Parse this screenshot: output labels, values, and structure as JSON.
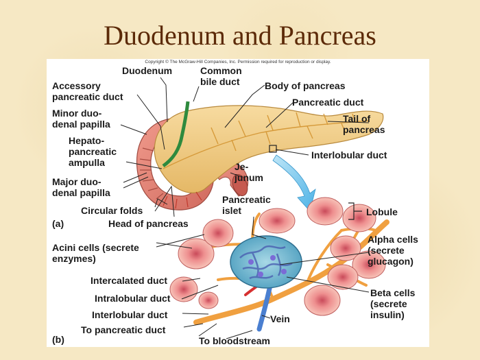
{
  "slide": {
    "title": "Duodenum and Pancreas"
  },
  "figure": {
    "copyright": "Copyright © The McGraw-Hill Companies, Inc. Permission required for reproduction or display.",
    "part_a": {
      "panel_label": "(a)",
      "labels": {
        "duodenum": "Duodenum",
        "common_bile_duct": [
          "Common",
          "bile duct"
        ],
        "accessory_duct": [
          "Accessory",
          "pancreatic duct"
        ],
        "body": "Body of pancreas",
        "pancreatic_duct": "Pancreatic duct",
        "minor_papilla": [
          "Minor duo-",
          "denal papilla"
        ],
        "tail": [
          "Tail of",
          "pancreas"
        ],
        "ampulla": [
          "Hepato-",
          "pancreatic",
          "ampulla"
        ],
        "interlobular": "Interlobular duct",
        "jejunum": [
          "Je-",
          "junum"
        ],
        "major_papilla": [
          "Major duo-",
          "denal papilla"
        ],
        "circular_folds": "Circular folds",
        "head": "Head of pancreas"
      }
    },
    "part_b": {
      "panel_label": "(b)",
      "labels": {
        "islet": [
          "Pancreatic",
          "islet"
        ],
        "lobule": "Lobule",
        "acini": [
          "Acini cells (secrete",
          "enzymes)"
        ],
        "alpha": [
          "Alpha cells",
          "(secrete",
          "glucagon)"
        ],
        "intercalated": "Intercalated duct",
        "intralobular": "Intralobular duct",
        "interlobular": "Interlobular duct",
        "beta": [
          "Beta cells",
          "(secrete",
          "insulin)"
        ],
        "vein": "Vein",
        "to_duct": "To pancreatic duct",
        "to_blood": "To bloodstream"
      }
    }
  },
  "colors": {
    "title": "#5c2a08",
    "background": "#f6e8c4",
    "pancreas": "#f3d08a",
    "duodenum": "#e8877a",
    "bile_duct": "#3a9a4a",
    "vein": "#4a7fd0",
    "islet": "#7fc3d6",
    "acini": "#e98a8a",
    "duct": "#f0a040",
    "artery": "#d63030"
  }
}
